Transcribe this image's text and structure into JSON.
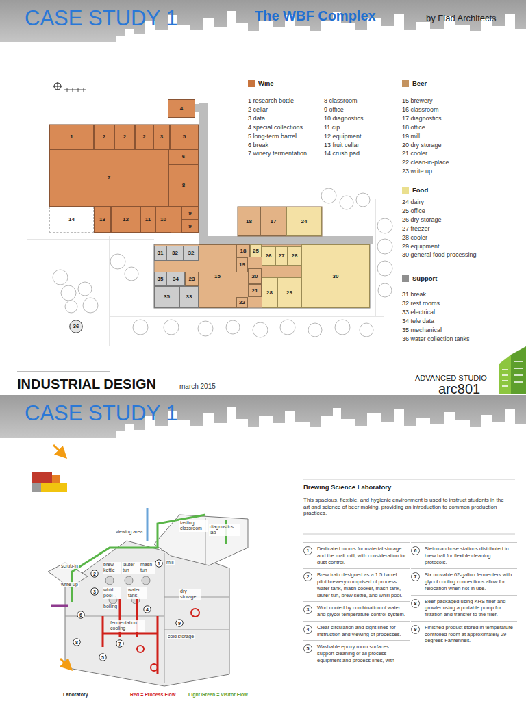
{
  "diagram": {
    "title": "CASE STUDY 1",
    "nodes": [
      {
        "text": [
          "4"
        ]
      },
      {
        "text": [
          "1"
        ]
      },
      {
        "text": [
          "2"
        ]
      },
      {
        "text": [
          "2"
        ]
      },
      {
        "text": [
          "2"
        ]
      },
      {
        "text": [
          "3"
        ]
      },
      {
        "text": [
          "5"
        ]
      },
      {
        "text": [
          "7"
        ]
      },
      {
        "text": [
          "6"
        ]
      },
      {
        "text": [
          "8"
        ]
      },
      {
        "text": [
          "14"
        ]
      },
      {
        "text": [
          "13"
        ]
      },
      {
        "text": [
          "12"
        ]
      },
      {
        "text": [
          "11"
        ]
      },
      {
        "text": [
          "10"
        ]
      },
      {
        "text": [
          "9"
        ]
      },
      {
        "text": [
          "9"
        ]
      },
      {
        "text": [
          "18"
        ]
      },
      {
        "text": [
          "17"
        ]
      },
      {
        "text": [
          "24"
        ]
      },
      {
        "text": [
          "31"
        ]
      },
      {
        "text": [
          "32"
        ]
      },
      {
        "text": [
          "32"
        ]
      },
      {
        "text": [
          "15"
        ]
      },
      {
        "text": [
          "18"
        ]
      },
      {
        "text": [
          "25"
        ]
      },
      {
        "text": [
          "26"
        ]
      },
      {
        "text": [
          "27"
        ]
      },
      {
        "text": [
          "28"
        ]
      },
      {
        "text": [
          "19"
        ]
      },
      {
        "text": [
          "35"
        ]
      },
      {
        "text": [
          "34"
        ]
      },
      {
        "text": [
          "23"
        ]
      },
      {
        "text": [
          "20"
        ]
      },
      {
        "text": [
          "35"
        ]
      },
      {
        "text": [
          "33"
        ]
      },
      {
        "text": [
          "21"
        ]
      },
      {
        "text": [
          "28"
        ]
      },
      {
        "text": [
          "29"
        ]
      },
      {
        "text": [
          "22"
        ]
      },
      {
        "text": [
          "30"
        ]
      },
      {
        "text": [
          "36"
        ]
      },
      {
        "text": [
          "1"
        ]
      },
      {
        "text": [
          "2"
        ]
      },
      {
        "text": [
          "3"
        ]
      },
      {
        "text": [
          "4"
        ]
      },
      {
        "text": [
          "5"
        ]
      },
      {
        "text": [
          "6"
        ]
      },
      {
        "text": [
          "7"
        ]
      },
      {
        "text": [
          "8"
        ]
      },
      {
        "text": [
          "9"
        ]
      },
      {
        "text": [
          "1",
          "Dedicated rooms for material storage and the malt mill, with consideration for dust control."
        ]
      },
      {
        "text": [
          "2",
          "Brew train designed as a 1.5 barrel pilot brewery comprised of process water tank, mash cooker, mash tank, lauter tun, brew kettle, and whirl pool."
        ]
      },
      {
        "text": [
          "3",
          "Wort cooled by combination of water and glycol temperature control system."
        ]
      },
      {
        "text": [
          "4",
          "Clear circulation and sight lines for instruction and viewing of processes."
        ]
      },
      {
        "text": [
          "5",
          "Washable epoxy room surfaces support cleaning of all process equipment and process lines, with"
        ]
      },
      {
        "text": [
          "6",
          "Steinman hose stations distributed in brew hall for flexible cleaning protocols."
        ]
      },
      {
        "text": [
          "7",
          "Six movable 62-gallon fermenters with glycol cooling connections allow for relocation when not in use."
        ]
      },
      {
        "text": [
          "8",
          "Beer packaged using KHS filler and growler using a portable pump for filtration and transfer to the filler."
        ]
      },
      {
        "text": [
          "9",
          "Finished product stored in temperature controlled room at approximately 29 degrees Fahrenheit."
        ]
      }
    ],
    "labels": [
      "The WBF Complex",
      "by Flad Architects",
      "1 research bottle",
      "2 cellar",
      "3 data",
      "4 special collections",
      "5 long-term barrel",
      "6 break",
      "7 winery fermentation",
      "8 classroom",
      "9 office",
      "10 diagnostics",
      "11 cip",
      "12 equipment",
      "13 fruit cellar",
      "14 crush pad",
      "15 brewery",
      "16 classroom",
      "17 diagnostics",
      "18 office",
      "19 mill",
      "20 dry storage",
      "21 cooler",
      "22 clean-in-place",
      "23 write up",
      "24 dairy",
      "25 office",
      "26 dry storage",
      "27 freezer",
      "28 cooler",
      "29 equipment",
      "30 general food processing",
      "31 break",
      "32 rest rooms",
      "33 electrical",
      "34 tele data",
      "35 mechanical",
      "36 water collection tanks",
      "INDUSTRIAL DESIGN",
      "march 2015",
      "ADVANCED STUDIO",
      "arc801",
      "CASE STUDY 1",
      "Brewing Science Laboratory",
      "This spacious, flexible, and hygienic environment is used to instruct students in the art and science of beer making, providing an introduction to common production practices.",
      "viewing area",
      "tasting classroom",
      "diagnostics lab",
      "scrub-in",
      "write-up",
      "brew kettle",
      "lauter tun",
      "mash tun",
      "mill",
      "whirl pool",
      "water tank",
      "boiling",
      "dry storage",
      "fermentation cooling",
      "cold storage",
      "Laboratory",
      "Red = Process Flow",
      "Light Green = Visitor Flow"
    ],
    "legend": [
      {
        "text": "Wine",
        "color": "#c8743d"
      },
      {
        "text": "Beer",
        "color": "#c4935f"
      },
      {
        "text": "Food",
        "color": "#eadf8e"
      },
      {
        "text": "Support",
        "color": "#8f8f8f"
      }
    ]
  }
}
